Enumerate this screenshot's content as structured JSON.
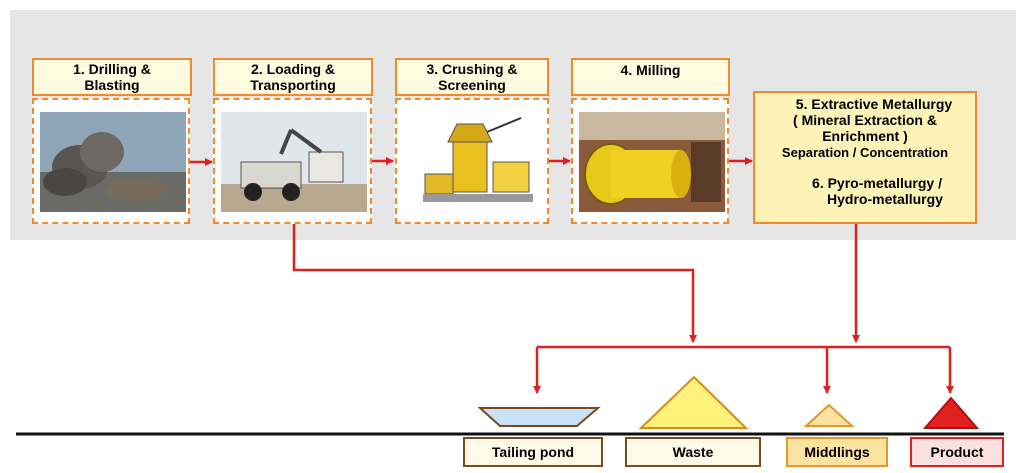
{
  "steps": [
    {
      "lines": [
        "1.  Drilling &",
        "Blasting"
      ]
    },
    {
      "lines": [
        "2.  Loading &",
        "Transporting"
      ]
    },
    {
      "lines": [
        "3.  Crushing &",
        "Screening"
      ]
    },
    {
      "lines": [
        "4.  Milling"
      ]
    }
  ],
  "metallurgy": {
    "line1": "5.  Extractive Metallurgy",
    "line2": "( Mineral Extraction &",
    "line3": "Enrichment )",
    "line4": "Separation / Concentration",
    "line5": "6.  Pyro-metallurgy /",
    "line6": "Hydro-metallurgy"
  },
  "outcomes": {
    "tailing": "Tailing pond",
    "waste": "Waste",
    "middlings": "Middlings",
    "product": "Product"
  },
  "colors": {
    "panel": "#e6e6e6",
    "box_border": "#f08a2c",
    "arrow": "#e02020",
    "middlings_fill": "#fde2a0",
    "product_fill": "#fbe0e0",
    "product_border": "#e02020"
  }
}
